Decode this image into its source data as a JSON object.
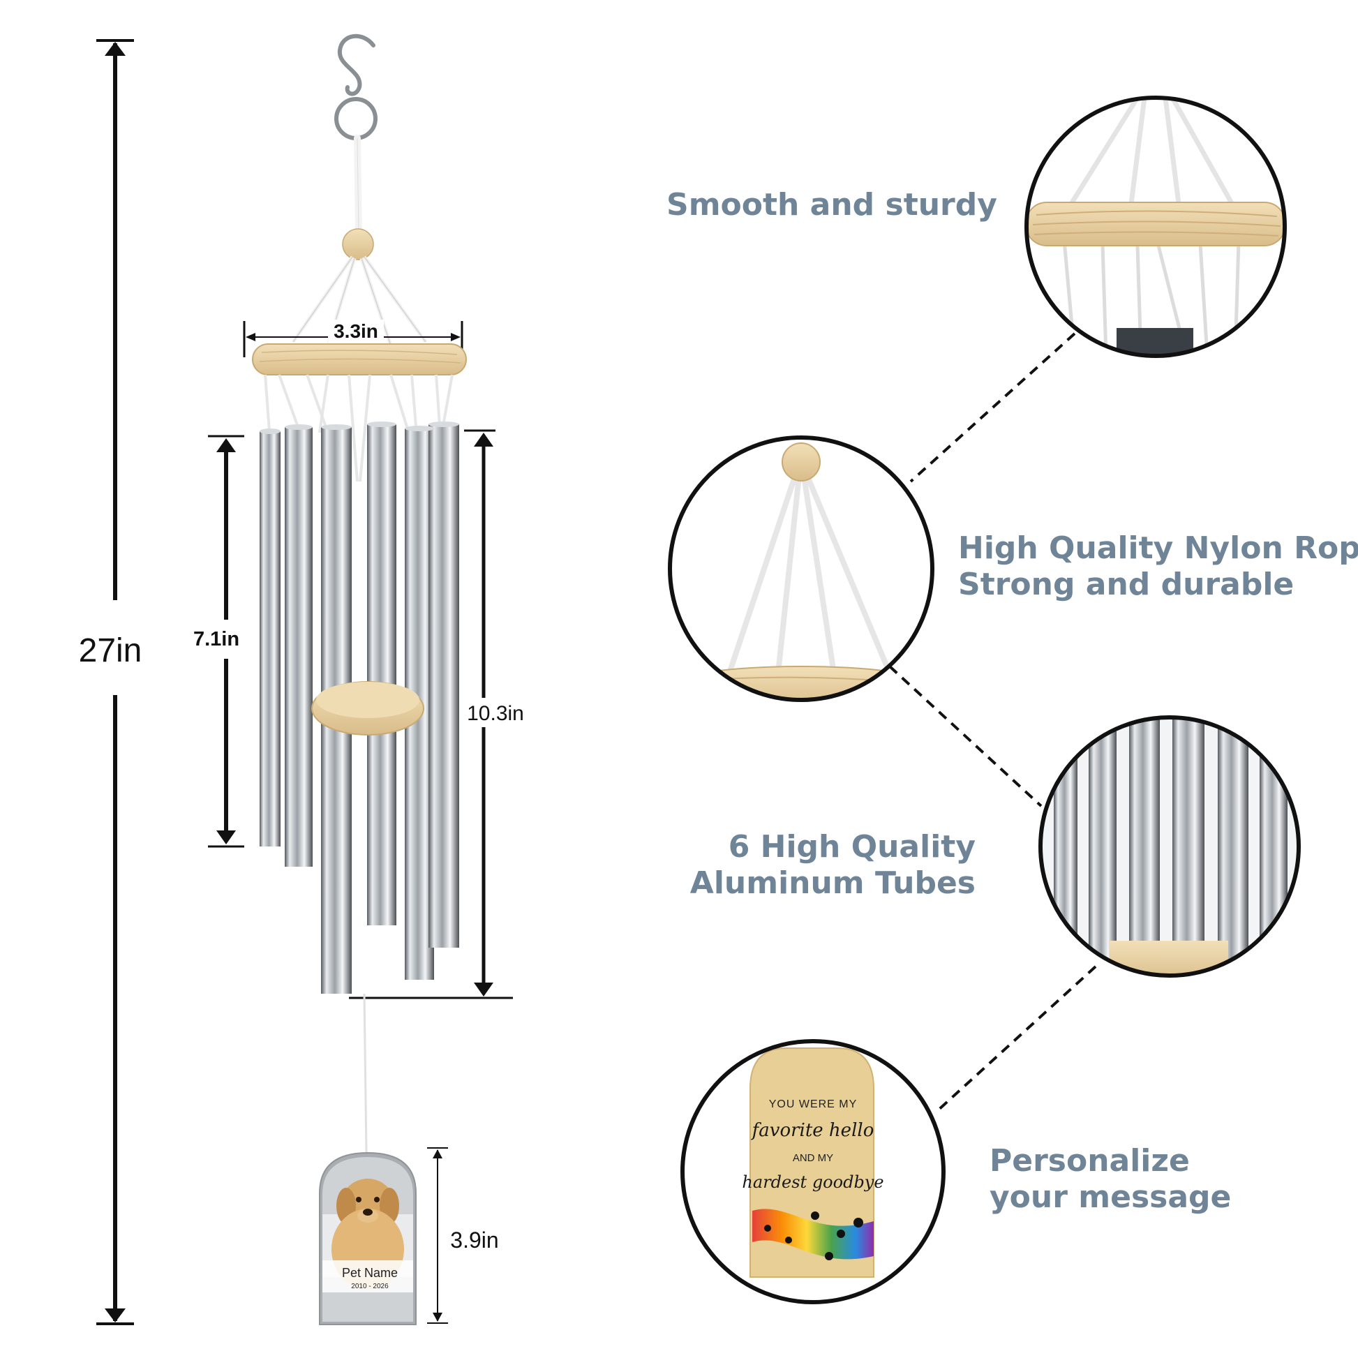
{
  "dimensions": {
    "total_height": "27in",
    "top_ring_width": "3.3in",
    "short_tube_length": "7.1in",
    "long_tube_length": "10.3in",
    "tag_height": "3.9in"
  },
  "features": {
    "wood_ring": "Smooth and sturdy",
    "rope_line1": "High Quality Nylon Rope",
    "rope_line2": "Strong and durable",
    "tubes_line1": "6 High Quality",
    "tubes_line2": "Aluminum Tubes",
    "message_line1": "Personalize",
    "message_line2": "your message"
  },
  "pet_tag": {
    "name": "Pet Name",
    "years": "2010 - 2026"
  },
  "message_tag": {
    "line1": "YOU WERE MY",
    "line2": "favorite hello",
    "line3": "AND MY",
    "line4": "hardest goodbye"
  },
  "colors": {
    "feature_text": "#6f8597",
    "wood": "#e9d3a6",
    "metal": "#c4c8cc"
  }
}
